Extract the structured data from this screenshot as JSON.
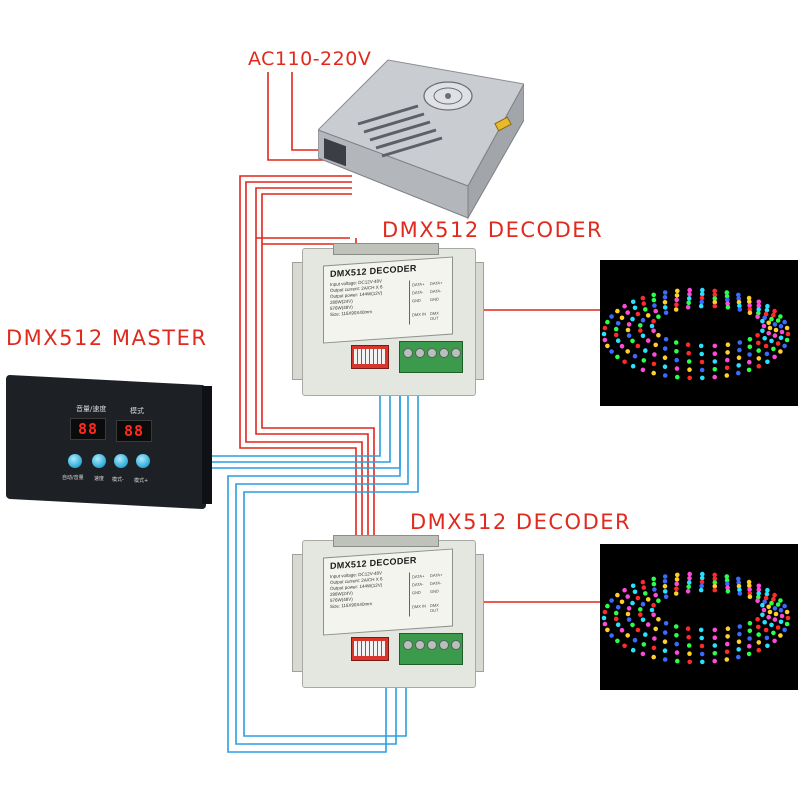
{
  "labels": {
    "power": "AC110-220V",
    "decoder_top": "DMX512  DECODER",
    "decoder_bottom": "DMX512  DECODER",
    "master": "DMX512  MASTER"
  },
  "decoder": {
    "title": "DMX512 DECODER",
    "specs": [
      "Input  voltage: DC12V-48V",
      "Output current: 2A/CH X 6",
      "Output power:  144W(12V)",
      "288W(24V)",
      "576W(48V)",
      "Size: 115X90X40mm"
    ],
    "grid": [
      "DATA+",
      "DATA-",
      "GND",
      "DATA+",
      "DATA-",
      "GND",
      "DMX  IN",
      "DMX  OUT"
    ]
  },
  "master": {
    "left_caption": "音量/速度",
    "right_caption": "模式",
    "left_display": "88",
    "right_display": "88",
    "button_labels": [
      "自动/音量",
      "速度",
      "模式-",
      "模式+"
    ]
  },
  "colors": {
    "label": "#e02a1e",
    "power_wire": "#e2261b",
    "data_wire": "#2a9ee0",
    "strip_link": "#e2261b"
  },
  "icons": [
    "psu-fan-icon",
    "dip-switch-icon",
    "terminal-block-icon",
    "led-strip-icon"
  ]
}
